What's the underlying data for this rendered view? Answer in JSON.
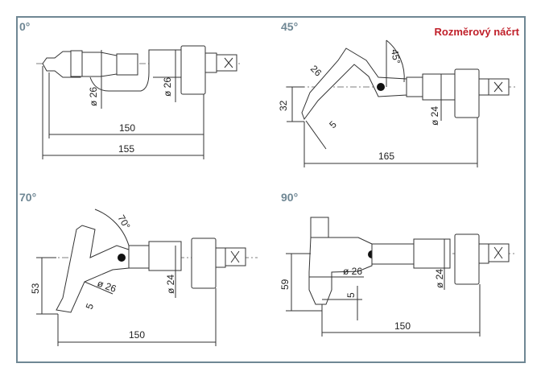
{
  "title": "Rozměrový náčrt",
  "views": [
    {
      "angle_label": "0°",
      "dims": [
        "ø 26",
        "ø 26",
        "150",
        "155"
      ]
    },
    {
      "angle_label": "45°",
      "dims": [
        "45°",
        "26",
        "32",
        "5",
        "ø 24",
        "165"
      ]
    },
    {
      "angle_label": "70°",
      "dims": [
        "70°",
        "53",
        "ø 26",
        "5",
        "ø 24",
        "150"
      ]
    },
    {
      "angle_label": "90°",
      "dims": [
        "59",
        "ø 26",
        "5",
        "ø 24",
        "150"
      ]
    }
  ]
}
